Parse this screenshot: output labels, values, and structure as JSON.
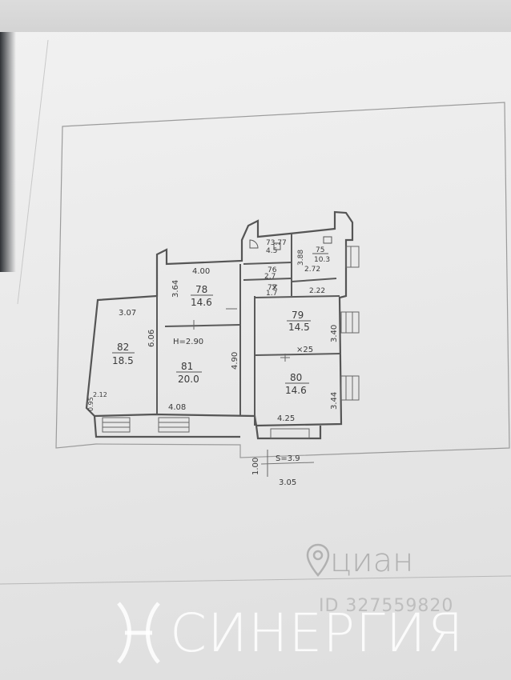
{
  "plan": {
    "rooms": [
      {
        "id": "r82",
        "number": "82",
        "area": "18.5"
      },
      {
        "id": "r81",
        "number": "81",
        "area": "20.0"
      },
      {
        "id": "r78",
        "number": "78",
        "area": "14.6"
      },
      {
        "id": "r79",
        "number": "79",
        "area": "14.5"
      },
      {
        "id": "r80",
        "number": "80",
        "area": "14.6"
      },
      {
        "id": "r75",
        "number": "75",
        "area": "10.3"
      },
      {
        "id": "r76",
        "number": "76",
        "area": "2.7"
      },
      {
        "id": "r77",
        "number": "77",
        "area": "1.7"
      },
      {
        "id": "r73",
        "number": "73.77",
        "area": "4.5"
      }
    ],
    "dimensions": {
      "d_400": "4.00",
      "d_364": "3.64",
      "d_307": "3.07",
      "d_606": "6.06",
      "d_h290": "H=2.90",
      "d_490": "4.90",
      "d_408": "4.08",
      "d_212": "2.12",
      "d_095": "0.95",
      "d_222": "2.22",
      "d_272": "2.72",
      "d_388": "3.88",
      "d_340": "3.40",
      "d_344": "3.44",
      "d_425": "4.25",
      "d_x25": "×25",
      "d_100": "1.00",
      "d_s39": "S=3.9",
      "d_305": "3.05"
    }
  },
  "watermarks": {
    "cian_word": "циан",
    "listing_id": "ID 327559820",
    "brand_word": "СИНЕРГИЯ"
  },
  "colors": {
    "wall": "#5a5a5a",
    "line": "#4a4a4a",
    "paper": "#ececec",
    "background": "#3b3e42"
  }
}
